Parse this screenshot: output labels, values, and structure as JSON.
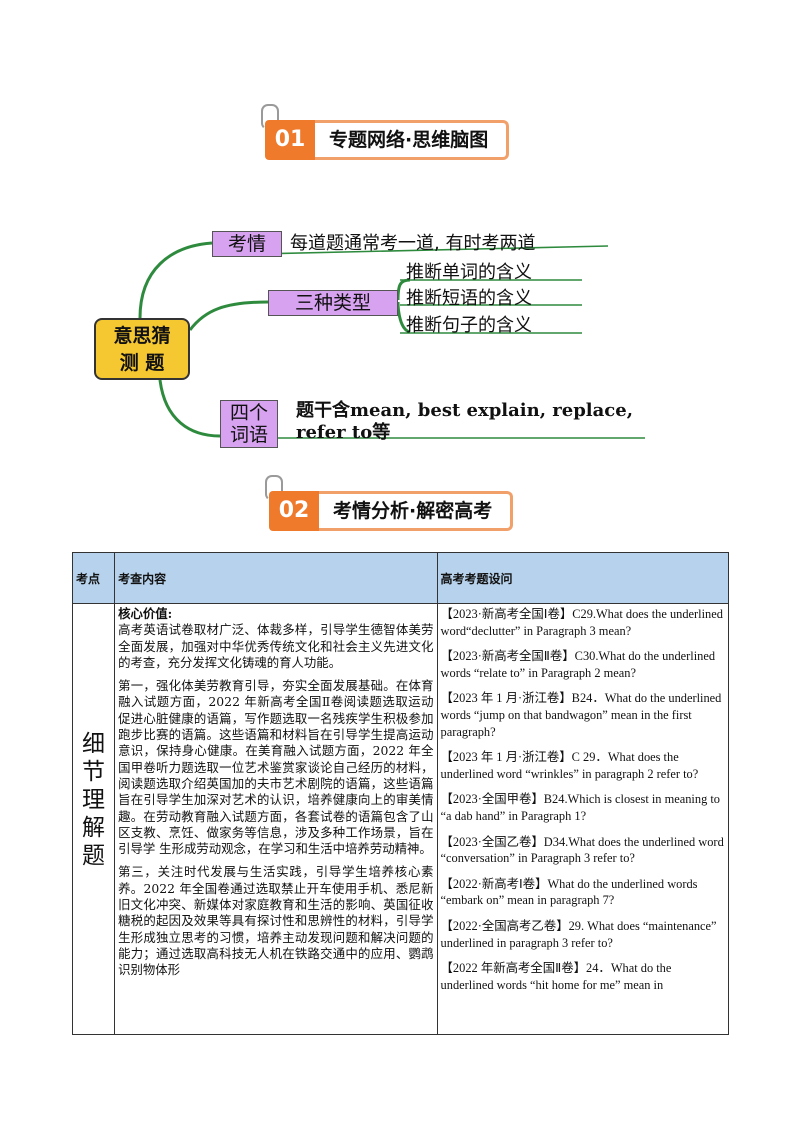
{
  "banner1": {
    "num": "01",
    "title": "专题网络·思维脑图"
  },
  "banner2": {
    "num": "02",
    "title": "考情分析·解密高考"
  },
  "mindmap": {
    "root": "意思猜测  题",
    "root_line1": "意思猜",
    "root_line2": "测  题",
    "branch1": {
      "label": "考情",
      "detail": "每道题通常考一道, 有时考两道"
    },
    "branch2": {
      "label": "三种类型",
      "items": [
        "推断单词的含义",
        "推断短语的含义",
        "推断句子的含义"
      ]
    },
    "branch3": {
      "label_line1": "四个",
      "label_line2": "词语",
      "detail_line1": "题干含mean, best explain, replace,",
      "detail_line2": "refer to等"
    }
  },
  "table": {
    "headers": [
      "考点",
      "考查内容",
      "高考考题设问"
    ],
    "category_chars": [
      "细",
      "节",
      "理",
      "解",
      "题"
    ],
    "content": {
      "heading": "核心价值:",
      "paragraphs": [
        "高考英语试卷取材广泛、体裁多样，引导学生德智体美劳全面发展，加强对中华优秀传统文化和社会主义先进文化的考查，充分发挥文化铸魂的育人功能。",
        "第一，强化体美劳教育引导，夯实全面发展基础。在体育融入试题方面，2022 年新高考全国Ⅱ卷阅读题选取运动促进心脏健康的语篇，写作题选取一名残疾学生积极参加跑步比赛的语篇。这些语篇和材料旨在引导学生提高运动意识，保持身心健康。在美育融入试题方面，2022 年全国甲卷听力题选取一位艺术鉴赏家谈论自己经历的材料，阅读题选取介绍英国加的夫市艺术剧院的语篇，这些语篇旨在引导学生加深对艺术的认识，培养健康向上的审美情趣。在劳动教育融入试题方面，各套试卷的语篇包含了山区支教、烹饪、做家务等信息，涉及多种工作场景，旨在引导学 生形成劳动观念，在学习和生活中培养劳动精神。",
        "第三，关注时代发展与生活实践，引导学生培养核心素养。2022 年全国卷通过选取禁止开车使用手机、悉尼新旧文化冲突、新媒体对家庭教育和生活的影响、英国征收糖税的起因及效果等具有探讨性和思辨性的材料，引导学生形成独立思考的习惯，培养主动发现问题和解决问题的能力；通过选取高科技无人机在铁路交通中的应用、鹦鹉识别物体形"
      ]
    },
    "questions": [
      "【2023·新高考全国Ⅰ卷】C29.What does the underlined word“declutter” in Paragraph 3 mean?",
      "【2023·新高考全国Ⅱ卷】C30.What do the underlined words “relate to” in Paragraph 2 mean?",
      "【2023 年 1 月·浙江卷】B24．What do the underlined words “jump on that bandwagon” mean in the first paragraph?",
      "【2023 年 1 月·浙江卷】C 29．What does the underlined word “wrinkles” in paragraph 2 refer to?",
      "【2023·全国甲卷】B24.Which is closest in meaning to “a dab hand” in Paragraph 1?",
      "【2023·全国乙卷】D34.What does the underlined word “conversation” in Paragraph 3 refer to?",
      "【2022·新高考Ⅰ卷】What do the underlined words “embark on” mean in paragraph 7?",
      "【2022·全国高考乙卷】29. What does “maintenance” underlined in paragraph 3 refer to?",
      "【2022 年新高考全国Ⅱ卷】24．What do the underlined words “hit home for me” mean in"
    ]
  }
}
